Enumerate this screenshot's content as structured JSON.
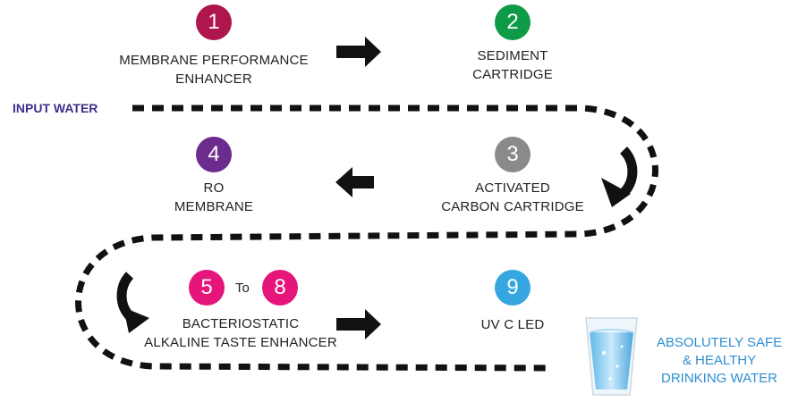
{
  "input_label": "INPUT WATER",
  "to_text": "To",
  "output_lines": [
    "ABSOLUTELY SAFE",
    "& HEALTHY",
    "DRINKING WATER"
  ],
  "steps": [
    {
      "number": "1",
      "color": "#b0164e",
      "lines": [
        "MEMBRANE PERFORMANCE",
        "ENHANCER"
      ]
    },
    {
      "number": "2",
      "color": "#0e9b48",
      "lines": [
        "SEDIMENT",
        "CARTRIDGE"
      ]
    },
    {
      "number": "3",
      "color": "#8a8a8a",
      "lines": [
        "ACTIVATED",
        "CARBON CARTRIDGE"
      ]
    },
    {
      "number": "4",
      "color": "#6b2c8e",
      "lines": [
        "RO",
        "MEMBRANE"
      ]
    },
    {
      "number": "5",
      "color": "#e5157a",
      "lines": [
        "BACTERIOSTATIC",
        "ALKALINE TASTE ENHANCER"
      ]
    },
    {
      "number": "8",
      "color": "#e5157a",
      "lines": []
    },
    {
      "number": "9",
      "color": "#36a6e0",
      "lines": [
        "UV C LED"
      ]
    }
  ],
  "icons": {
    "flow_arrow": "right-arrow-icon",
    "turn_arrow": "curved-arrow-icon",
    "glass": "water-glass-icon"
  },
  "colors": {
    "path": "#111111",
    "input_label": "#3b2f8a",
    "output_label": "#2f8fd0"
  }
}
